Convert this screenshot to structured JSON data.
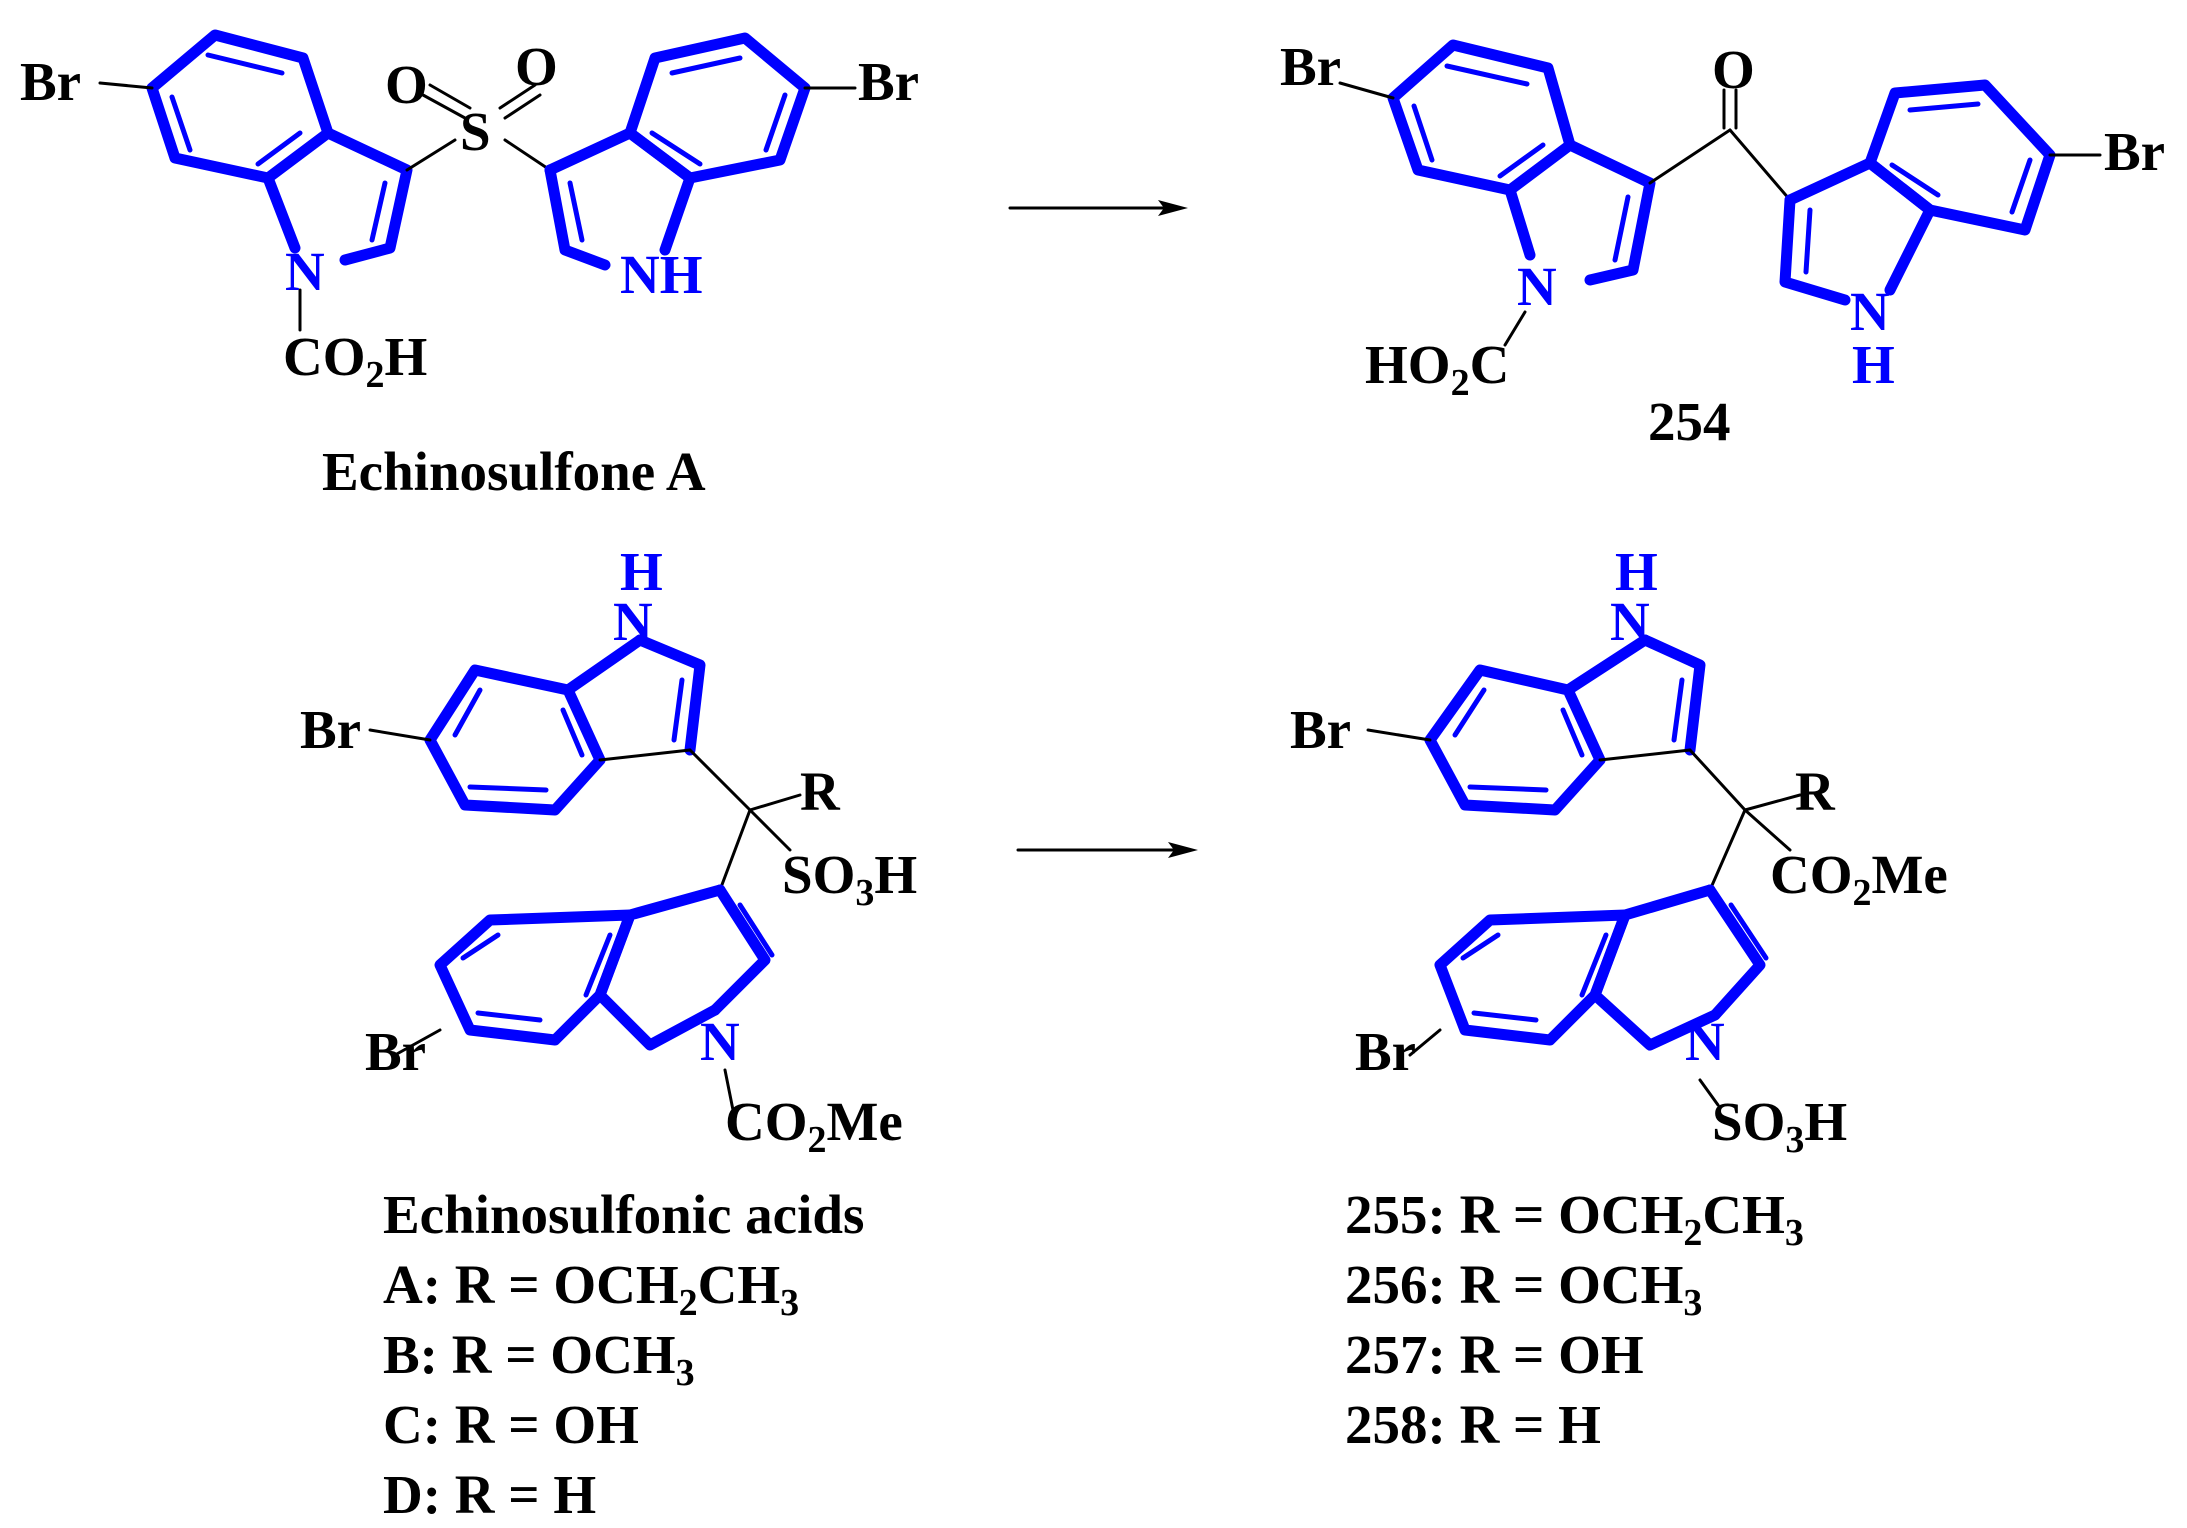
{
  "atoms": {
    "br": "Br",
    "nh": "NH",
    "n": "N",
    "h": "H",
    "o": "O",
    "s": "S",
    "r": "R",
    "co2h": {
      "main": "CO",
      "sub": "2",
      "tail": "H"
    },
    "ho2c": {
      "main": "HO",
      "sub": "2",
      "tail": "C"
    },
    "so3h": {
      "main": "SO",
      "sub": "3",
      "tail": "H"
    },
    "co2me": {
      "main": "CO",
      "sub": "2",
      "tail": "Me"
    }
  },
  "compounds": {
    "echinosulfone_a": "Echinosulfone A",
    "c254": "254",
    "echinosulfonic_acids": "Echinosulfonic acids"
  },
  "acids_variants": [
    {
      "label": "A: R = OCH",
      "sub1": "2",
      "mid": "CH",
      "sub2": "3"
    },
    {
      "label": "B: R = OCH",
      "sub1": "3",
      "mid": "",
      "sub2": ""
    },
    {
      "label": "C: R = OH",
      "sub1": "",
      "mid": "",
      "sub2": ""
    },
    {
      "label": "D: R = H",
      "sub1": "",
      "mid": "",
      "sub2": ""
    }
  ],
  "product_variants": [
    {
      "label": "255: R = OCH",
      "sub1": "2",
      "mid": "CH",
      "sub2": "3"
    },
    {
      "label": "256: R = OCH",
      "sub1": "3",
      "mid": "",
      "sub2": ""
    },
    {
      "label": "257: R = OH",
      "sub1": "",
      "mid": "",
      "sub2": ""
    },
    {
      "label": "258: R = H",
      "sub1": "",
      "mid": "",
      "sub2": ""
    }
  ],
  "colors": {
    "ring": "#0000ff",
    "text": "#000000",
    "background": "#ffffff"
  }
}
